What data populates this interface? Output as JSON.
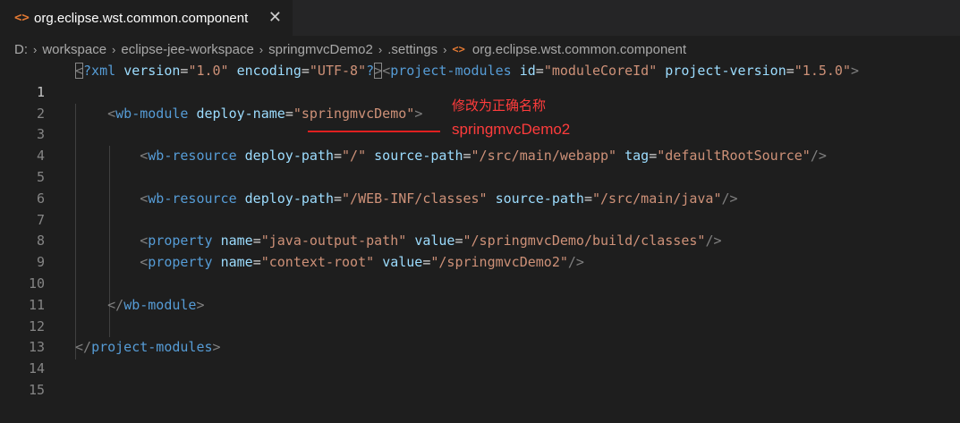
{
  "tab": {
    "icon": "xml-file-icon",
    "title": "org.eclipse.wst.common.component",
    "close_glyph": "✕"
  },
  "breadcrumb": {
    "items": [
      "D:",
      "workspace",
      "eclipse-jee-workspace",
      "springmvcDemo2",
      ".settings",
      "org.eclipse.wst.common.component"
    ],
    "file_icon_glyph": "<>",
    "separator": "›"
  },
  "editor": {
    "line_numbers": [
      "1",
      "2",
      "3",
      "4",
      "5",
      "6",
      "7",
      "8",
      "9",
      "10",
      "11",
      "12",
      "13",
      "14",
      "15"
    ],
    "active_line": "1",
    "lines": {
      "l1": {
        "xml_open": "<",
        "xml_decl": "?xml",
        "v_attr": "version",
        "v_val": "\"1.0\"",
        "e_attr": "encoding",
        "e_val": "\"UTF-8\"",
        "xml_q": "?",
        "xml_close": ">",
        "pm_open": "<",
        "pm_tag": "project-modules",
        "id_attr": "id",
        "id_val": "\"moduleCoreId\"",
        "pv_attr": "project-version",
        "pv_val": "\"1.5.0\"",
        "pm_close": ">"
      },
      "l3": {
        "open": "<",
        "tag": "wb-module",
        "attr": "deploy-name",
        "val": "\"springmvcDemo\"",
        "close": ">"
      },
      "l5": {
        "open": "<",
        "tag": "wb-resource",
        "a1": "deploy-path",
        "v1": "\"/\"",
        "a2": "source-path",
        "v2": "\"/src/main/webapp\"",
        "a3": "tag",
        "v3": "\"defaultRootSource\"",
        "close": "/>"
      },
      "l7": {
        "open": "<",
        "tag": "wb-resource",
        "a1": "deploy-path",
        "v1": "\"/WEB-INF/classes\"",
        "a2": "source-path",
        "v2": "\"/src/main/java\"",
        "close": "/>"
      },
      "l9": {
        "open": "<",
        "tag": "property",
        "a1": "name",
        "v1": "\"java-output-path\"",
        "a2": "value",
        "v2": "\"/springmvcDemo/build/classes\"",
        "close": "/>"
      },
      "l10": {
        "open": "<",
        "tag": "property",
        "a1": "name",
        "v1": "\"context-root\"",
        "a2": "value",
        "v2": "\"/springmvcDemo2\"",
        "close": "/>"
      },
      "l12": {
        "open": "</",
        "tag": "wb-module",
        "close": ">"
      },
      "l14": {
        "open": "</",
        "tag": "project-modules",
        "close": ">"
      }
    }
  },
  "annotation": {
    "note": "修改为正确名称",
    "correct_name": "springmvcDemo2",
    "color": "#ff3c3c"
  },
  "colors": {
    "background": "#1e1e1e",
    "tag": "#569cd6",
    "attribute": "#9cdcfe",
    "string": "#ce9178",
    "punctuation": "#808080",
    "accent_icon": "#e37933"
  }
}
